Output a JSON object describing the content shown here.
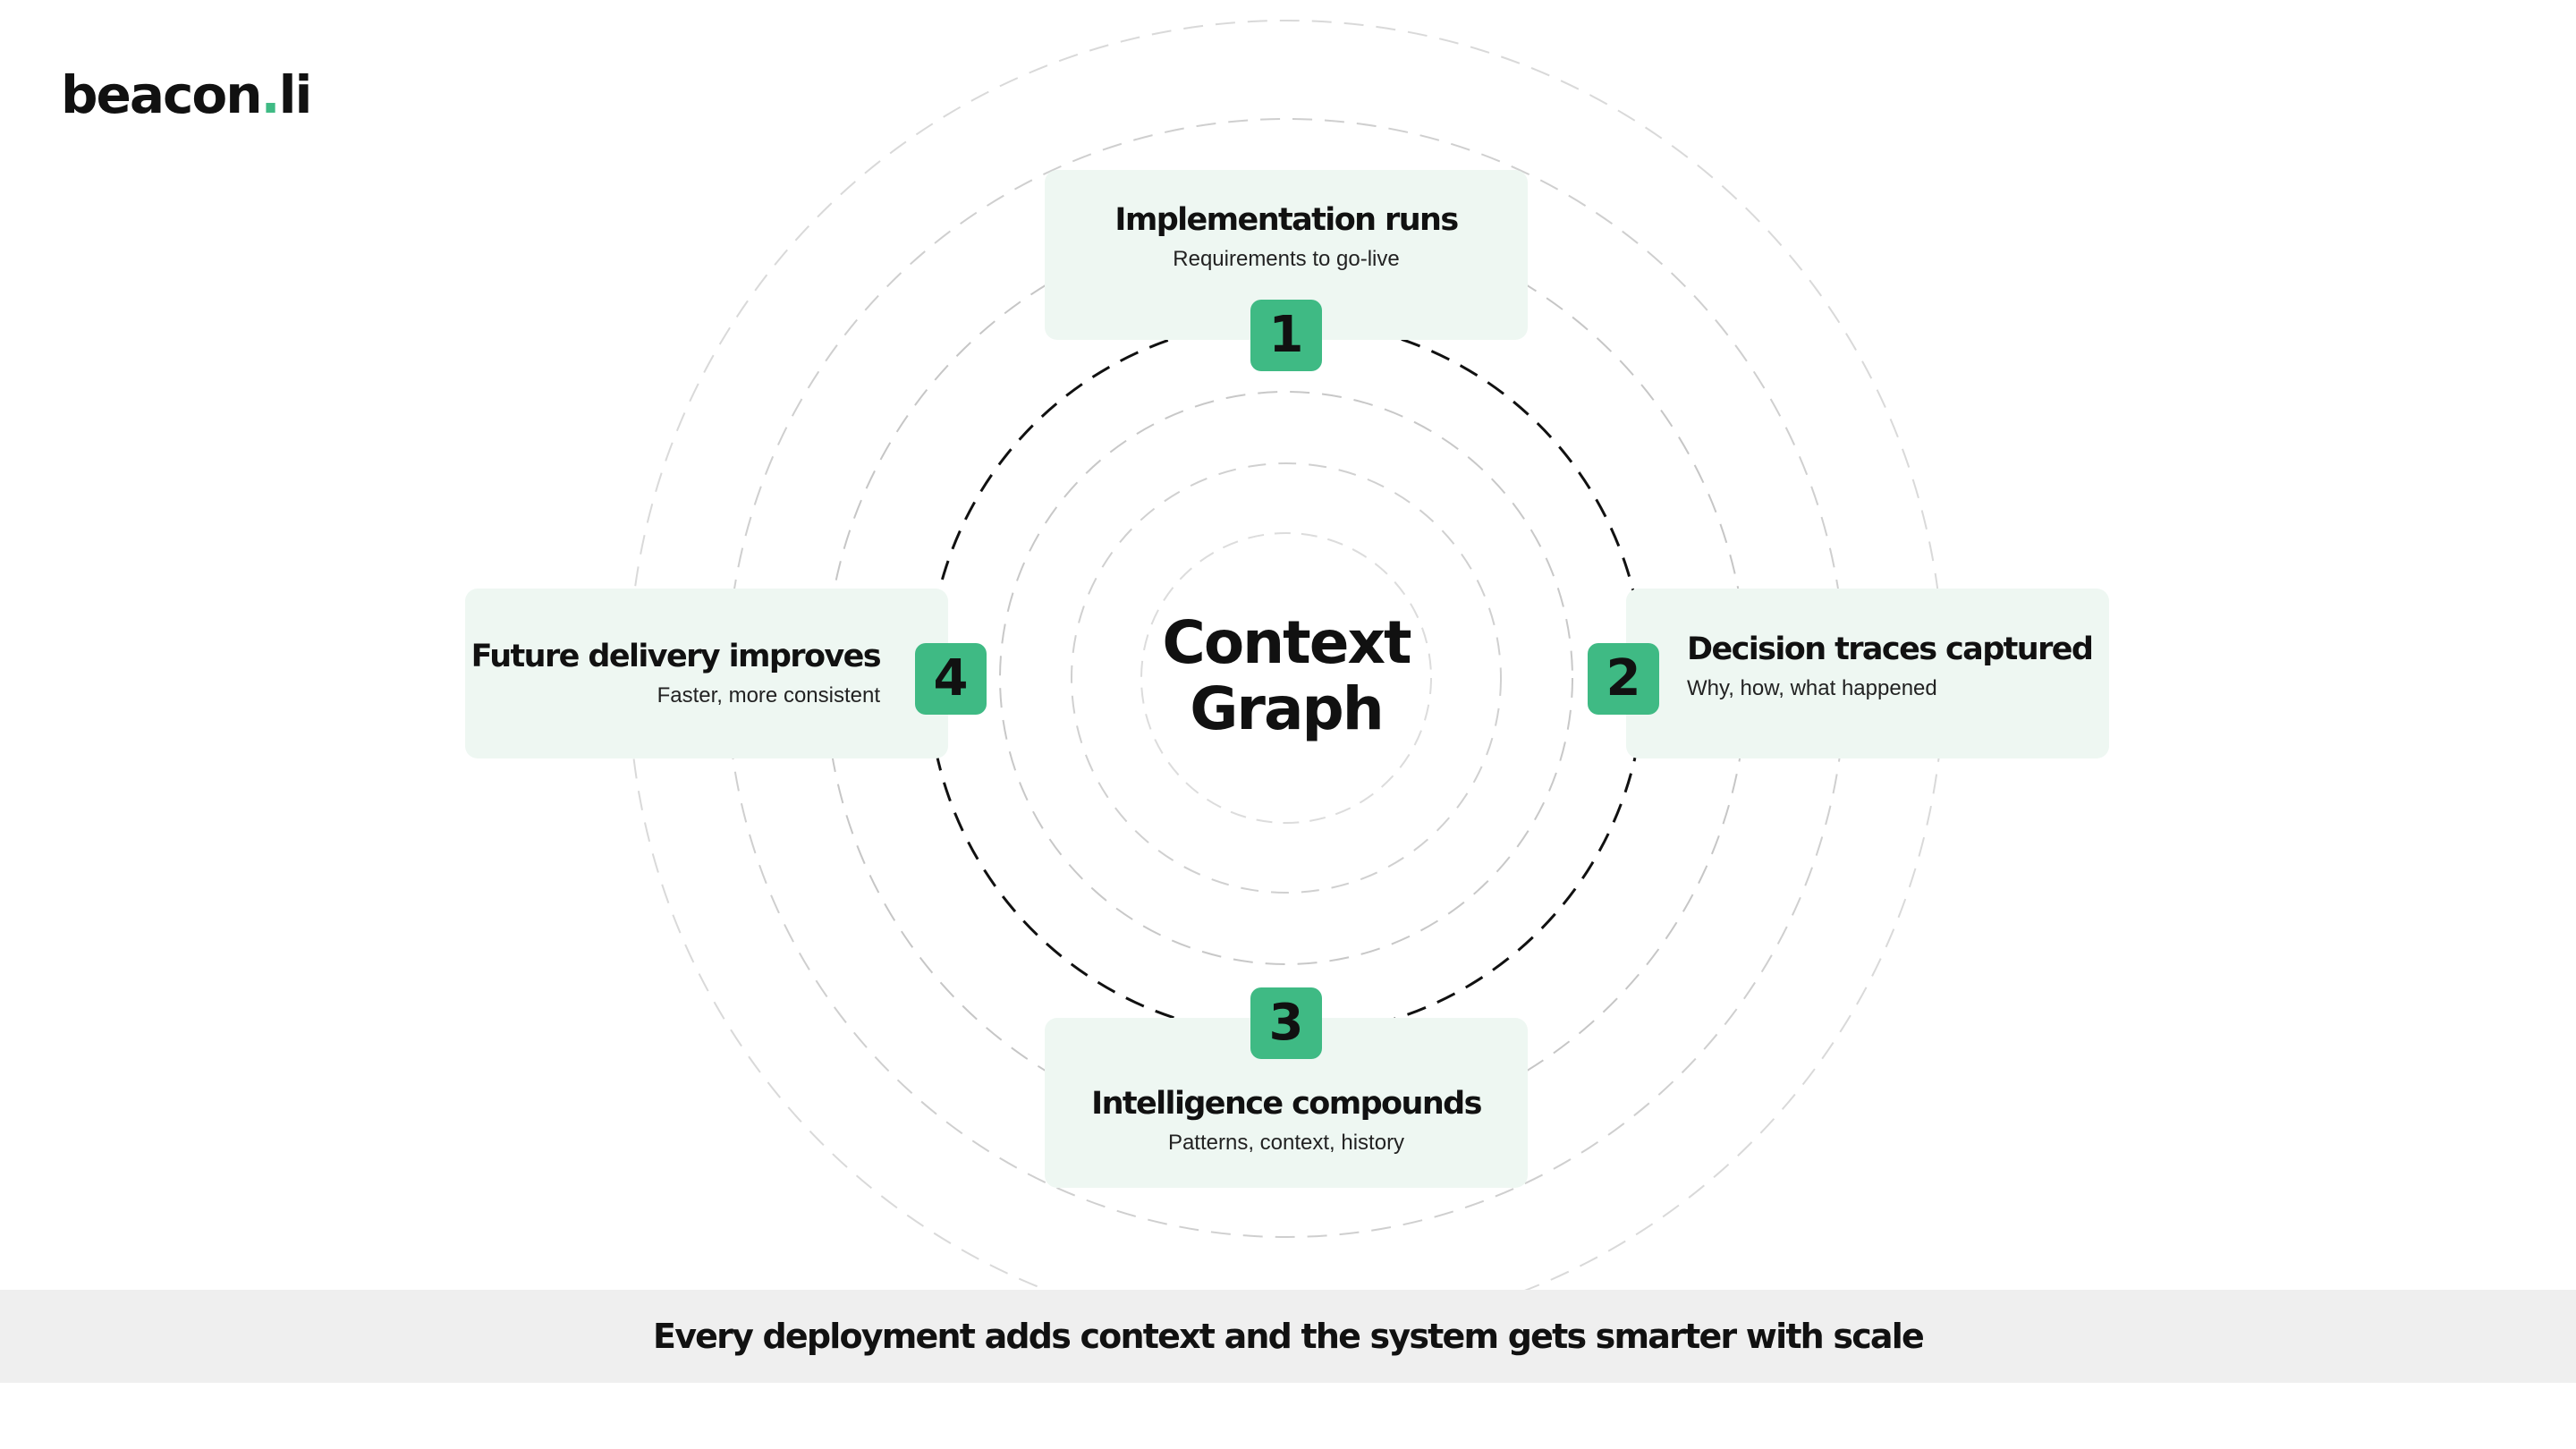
{
  "logo": {
    "text_main": "beacon",
    "text_dot": ".",
    "text_end": "li"
  },
  "center": {
    "line1": "Context",
    "line2": "Graph"
  },
  "steps": [
    {
      "number": "1",
      "title": "Implementation runs",
      "subtitle": "Requirements to go-live"
    },
    {
      "number": "2",
      "title": "Decision traces captured",
      "subtitle": "Why, how, what happened"
    },
    {
      "number": "3",
      "title": "Intelligence compounds",
      "subtitle": "Patterns, context, history"
    },
    {
      "number": "4",
      "title": "Future delivery improves",
      "subtitle": "Faster, more consistent"
    }
  ],
  "footer": {
    "text": "Every deployment adds context and the system gets smarter with scale"
  },
  "colors": {
    "accent": "#3fba84",
    "card_bg": "#eef7f2",
    "footer_bg": "#efefef",
    "text": "#111111"
  }
}
